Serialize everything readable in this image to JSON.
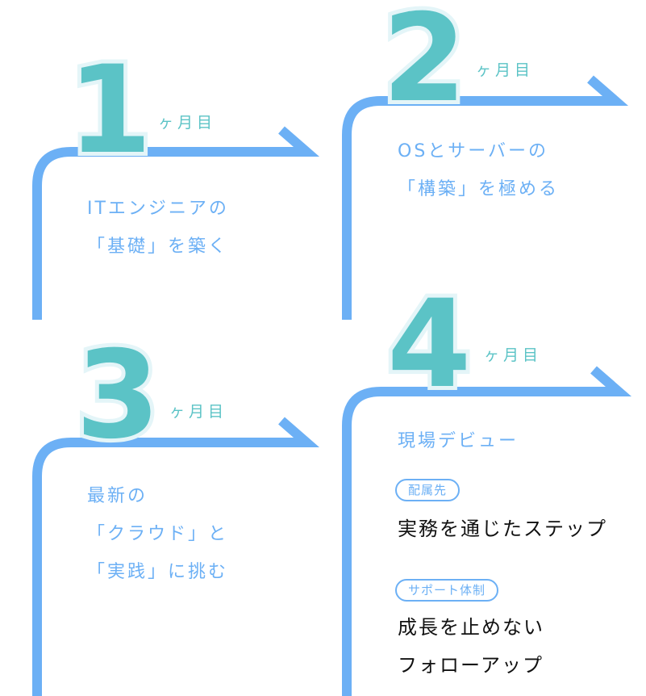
{
  "colors": {
    "line": "#6cb0f5",
    "number": "#5bc3c6",
    "number_outline": "#e4f5f8",
    "title": "#6cb0f5",
    "body": "#111111"
  },
  "steps": [
    {
      "number": "1",
      "unit": "ヶ月目",
      "title": [
        "ITエンジニアの",
        "「基礎」を築く"
      ]
    },
    {
      "number": "2",
      "unit": "ヶ月目",
      "title": [
        "OSとサーバーの",
        "「構築」を極める"
      ]
    },
    {
      "number": "3",
      "unit": "ヶ月目",
      "title": [
        "最新の",
        "「クラウド」と",
        "「実践」に挑む"
      ]
    },
    {
      "number": "4",
      "unit": "ヶ月目",
      "title": [
        "現場デビュー"
      ],
      "sections": [
        {
          "tag": "配属先",
          "text": [
            "実務を通じたステップ"
          ]
        },
        {
          "tag": "サポート体制",
          "text": [
            "成長を止めない",
            "フォローアップ"
          ]
        }
      ]
    }
  ]
}
